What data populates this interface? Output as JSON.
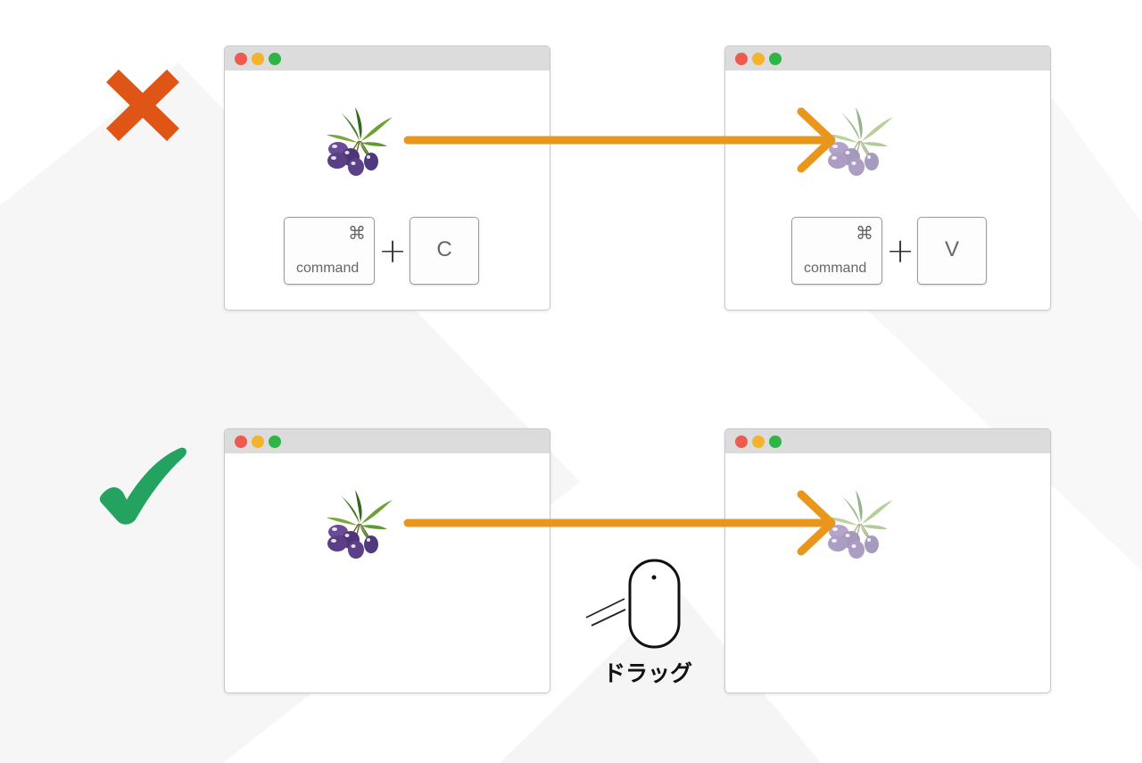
{
  "rows": [
    {
      "name": "incorrect",
      "status_icon": "cross-icon",
      "status_color": "#df5516",
      "source_window": {
        "keys": {
          "modifier_symbol": "⌘",
          "modifier_label": "command",
          "plus": "+",
          "letter": "C"
        }
      },
      "target_window": {
        "keys": {
          "modifier_symbol": "⌘",
          "modifier_label": "command",
          "plus": "+",
          "letter": "V"
        }
      }
    },
    {
      "name": "correct",
      "status_icon": "checkmark-icon",
      "status_color": "#23a35f",
      "drag": {
        "icon": "mouse-icon",
        "label": "ドラッグ"
      }
    }
  ],
  "colors": {
    "arrow": "#e8971c",
    "titlebar": "#dcdcdc",
    "traffic_red": "#ed5a4e",
    "traffic_yellow": "#f4b32c",
    "traffic_green": "#2fb545",
    "olive_fruit": "#5b3f86",
    "olive_leaf": "#4f8a2b"
  },
  "icons": [
    "olive-branch-icon",
    "arrow-right-icon",
    "mouse-icon",
    "cross-icon",
    "checkmark-icon"
  ]
}
